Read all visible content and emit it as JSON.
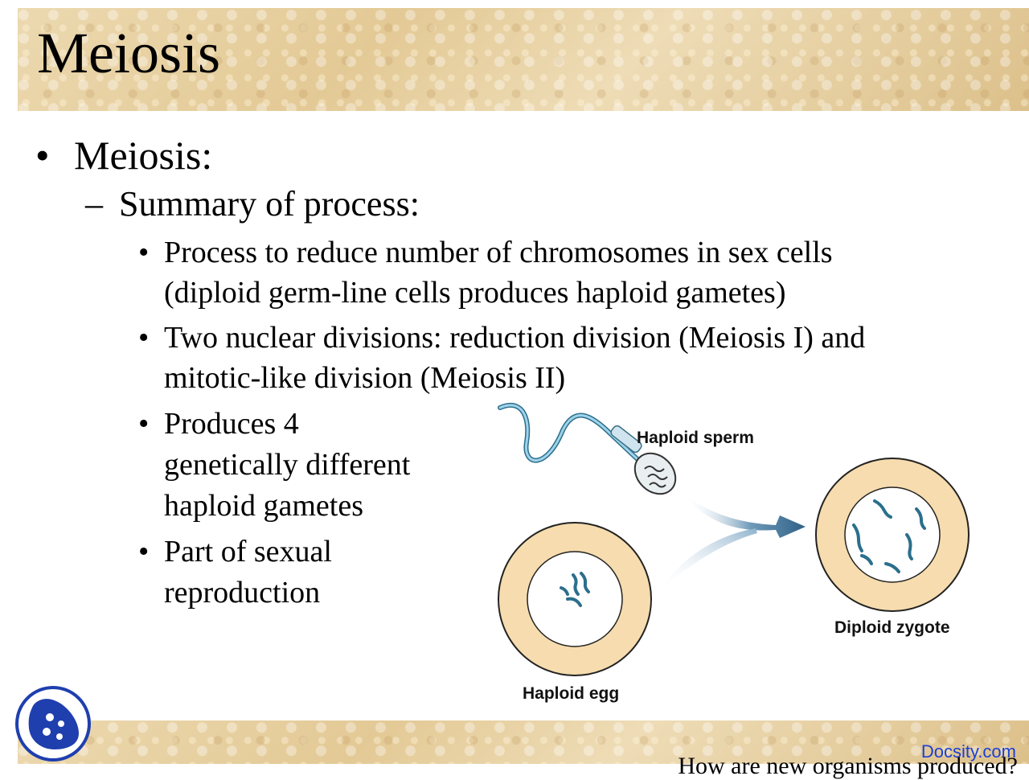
{
  "slide": {
    "title": "Meiosis",
    "bullets": {
      "level1": "Meiosis:",
      "level2": "Summary of process:",
      "items": [
        {
          "lines": [
            "Process to reduce number of chromosomes in sex cells",
            "(diploid germ-line cells produces haploid gametes)"
          ]
        },
        {
          "lines": [
            "Two nuclear divisions: reduction division (Meiosis I) and",
            "mitotic-like division (Meiosis II)"
          ]
        },
        {
          "lines": [
            "Produces 4",
            "genetically different",
            "haploid gametes"
          ]
        },
        {
          "lines": [
            "Part of sexual",
            "reproduction"
          ]
        }
      ]
    },
    "glyphs": {
      "bullet": "•",
      "dash": "–"
    },
    "footer": "How are new organisms produced?",
    "watermark": "Docsity.com"
  },
  "diagram": {
    "labels": {
      "sperm": "Haploid sperm",
      "egg": "Haploid egg",
      "zygote": "Diploid zygote"
    },
    "colors": {
      "cell_ring": "#f6dcae",
      "cell_outline": "#222222",
      "chromosome": "#2b6f8c",
      "sperm_tail": "#7fc3e0",
      "arrow": "#2f6187",
      "logo_blue": "#1f3fae"
    }
  }
}
